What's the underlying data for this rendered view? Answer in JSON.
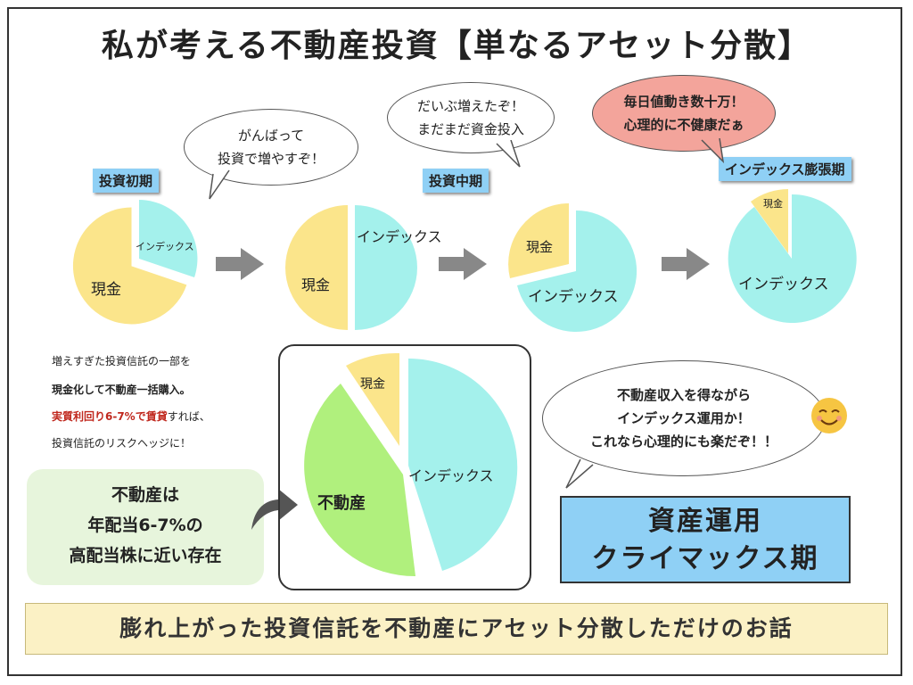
{
  "title": "私が考える不動産投資【単なるアセット分散】",
  "colors": {
    "cash": "#fbe58b",
    "index": "#a4f1ec",
    "realestate": "#b0f07d",
    "tag": "#8fd0f5",
    "pink_bubble": "#f3a49b",
    "bottom_box": "#fbf1c5",
    "green_box": "#e7f5dc",
    "red_text": "#c0281e"
  },
  "stages": {
    "early_tag": "投資初期",
    "mid_tag": "投資中期",
    "expansion_tag": "インデックス膨張期"
  },
  "bubbles": {
    "early_line1": "がんばって",
    "early_line2": "投資で増やすぞ！",
    "mid_line1": "だいぶ増えたぞ！",
    "mid_line2": "まだまだ資金投入",
    "late_line1": "毎日値動き数十万！",
    "late_line2": "心理的に不健康だぁ",
    "right_line1": "不動産収入を得ながら",
    "right_line2": "インデックス運用か！",
    "right_line3": "これなら心理的にも楽だぞ！！"
  },
  "pie_labels": {
    "p1_cash": "現金",
    "p1_index": "インデックス",
    "p2_cash": "現金",
    "p2_index": "インデックス",
    "p3_cash": "現金",
    "p3_index": "インデックス",
    "p4_cash": "現金",
    "p4_index": "インデックス",
    "big_cash": "現金",
    "big_index": "インデックス",
    "big_realestate": "不動産"
  },
  "notes": {
    "line1": "増えすぎた投資信託の一部を",
    "line2": "現金化して不動産一括購入。",
    "line3_red": "実質利回り6-7%で賃貸",
    "line3_rest": "すれば、",
    "line4": "投資信託のリスクヘッジに！"
  },
  "green_box": {
    "line1": "不動産は",
    "line2": "年配当6-7%の",
    "line3": "高配当株に近い存在"
  },
  "climax": {
    "line1": "資産運用",
    "line2": "クライマックス期"
  },
  "bottom_text": "膨れ上がった投資信託を不動産にアセット分散しただけのお話"
}
